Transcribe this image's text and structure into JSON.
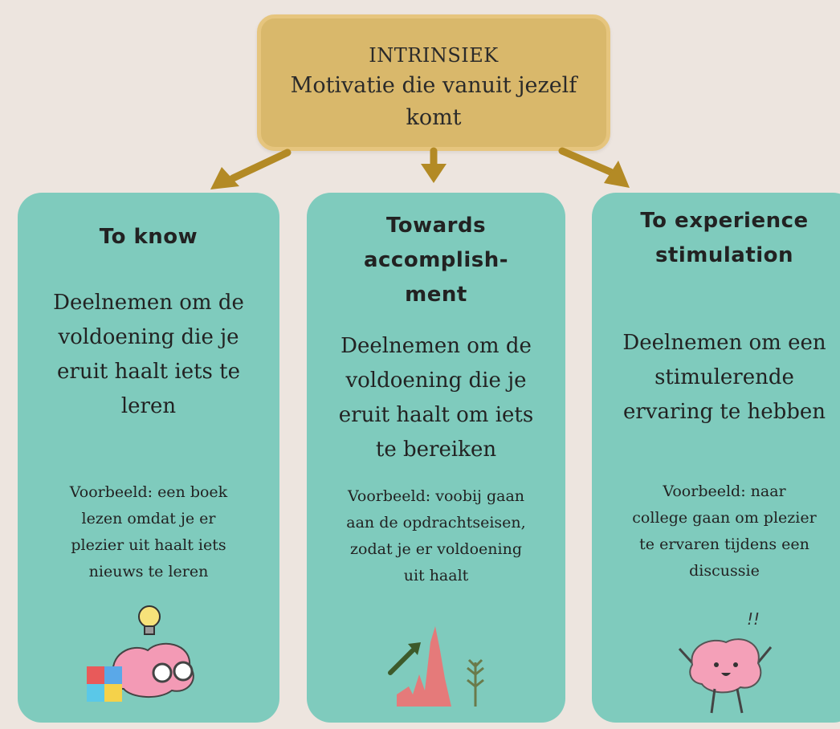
{
  "top": {
    "kicker": "INTRINSIEK",
    "title": "Motivatie die vanuit jezelf komt"
  },
  "cards": [
    {
      "title": "To know",
      "description": "Deelnemen om de\nvoldoening die je\neruit haalt iets te\nleren",
      "example": "Voorbeeld: een boek\nlezen omdat je er\nplezier uit haalt iets\nnieuws te leren",
      "icon": "brain-puzzle-lightbulb-icon"
    },
    {
      "title": "Towards\naccomplish-\nment",
      "description": "Deelnemen om de\nvoldoening die je\neruit haalt om iets\nte bereiken",
      "example": "Voorbeeld: voobij gaan\naan de opdrachtseisen,\nzodat je er voldoening\nuit haalt",
      "icon": "growth-chart-arrow-icon"
    },
    {
      "title": "To experience\nstimulation",
      "description": "Deelnemen om een\nstimulerende\nervaring te hebben",
      "example": "Voorbeeld: naar\ncollege gaan om plezier\nte ervaren tijdens een\ndiscussie",
      "icon": "excited-brain-icon"
    }
  ],
  "colors": {
    "background": "#ede5df",
    "top_box": "#d9b86b",
    "arrow": "#b38a25",
    "card": "#7fcbbd"
  }
}
